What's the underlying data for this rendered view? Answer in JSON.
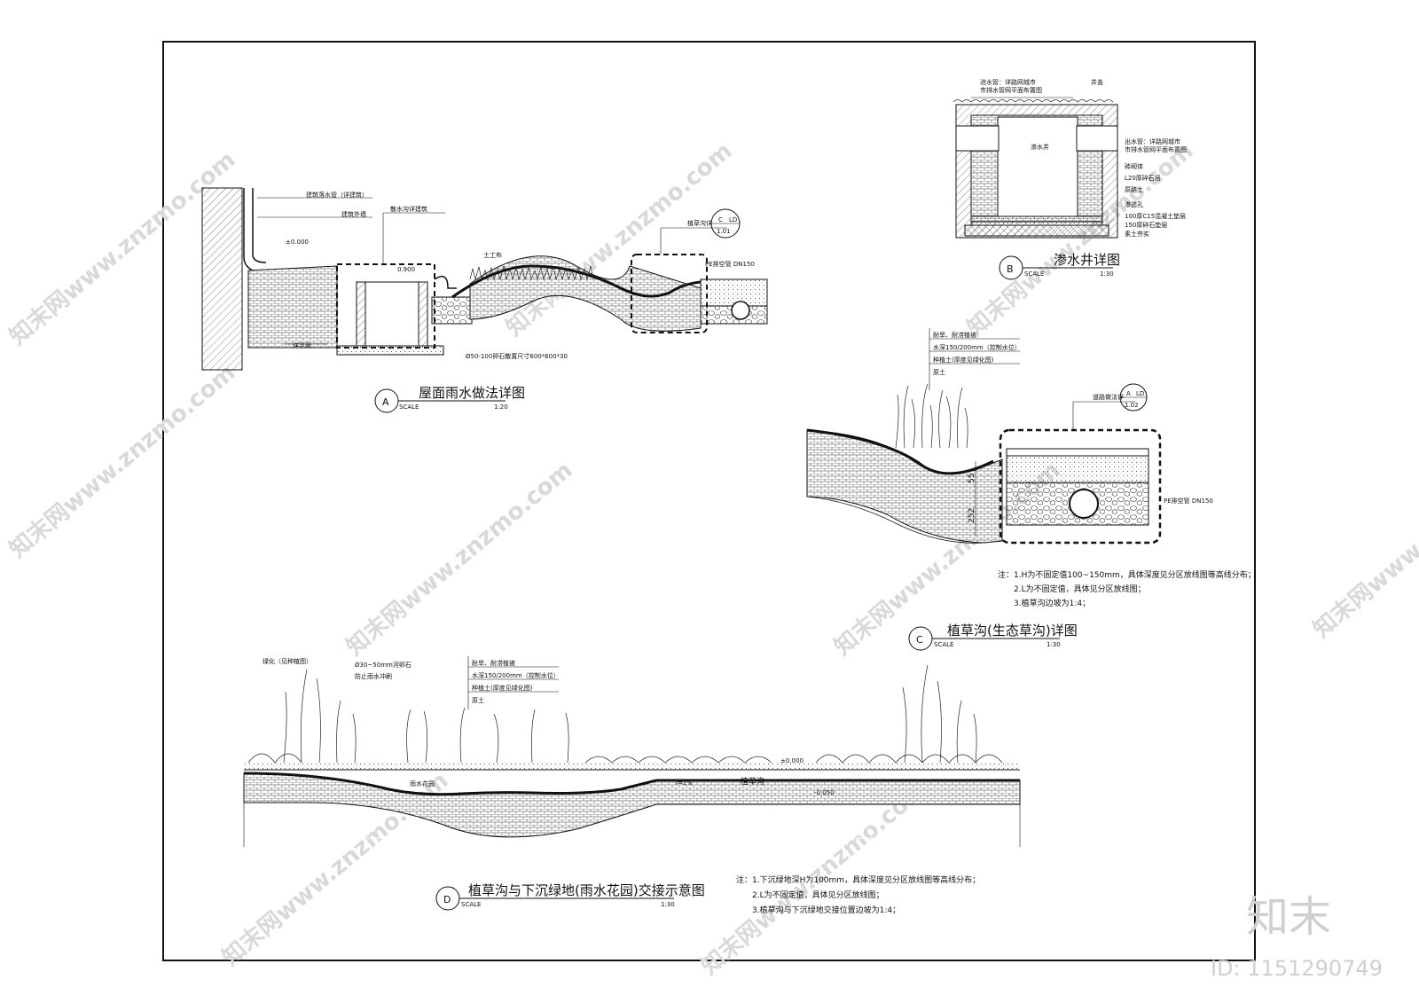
{
  "watermark": {
    "site": "知末网www.znzmo.com",
    "brand": "知末",
    "id": "ID: 1151290749"
  },
  "detail_a": {
    "bubble": "A",
    "title": "屋面雨水做法详图",
    "scale_word": "SCALE",
    "scale": "1:20",
    "labels": {
      "downpipe": "建筑落水管（详建筑）",
      "wall": "建筑外墙",
      "gutter": "散水沟详建筑",
      "elev0": "±0.000",
      "elev_gutter": "0.900",
      "fabric": "土工布",
      "swale_ref": "植草沟详",
      "ref_letter": "C",
      "ref_tag": "LD",
      "ref_sheet": "1.01",
      "pipe": "PE排空管 DN150",
      "gravel": "Ø50-100卵石散置尺寸600*600*30",
      "floor": "详平面"
    }
  },
  "detail_b": {
    "bubble": "B",
    "title": "渗水井详图",
    "scale_word": "SCALE",
    "scale": "1:30",
    "labels": {
      "inlet": "进水管：详路网城市",
      "inlet2": "市排水管网平面布置图",
      "cover": "井盖",
      "well": "渗水井",
      "outlet": "出水管：详路网城市",
      "outlet2": "市排水管网平面布置图",
      "l1": "砖砌体",
      "l2": "L20厚碎石层",
      "l3": "原路土",
      "l4": "渗透孔",
      "l5": "100厚C15混凝土垫层",
      "l6": "150厚碎石垫层",
      "l7": "素土夯实"
    }
  },
  "detail_c": {
    "bubble": "C",
    "title": "植草沟(生态草沟)详图",
    "scale_word": "SCALE",
    "scale": "1:30",
    "layers": [
      "耐旱、耐涝植被",
      "水深150/200mm（控制水位）",
      "种植土(厚度见绿化图)",
      "原土"
    ],
    "road_ref": "道路做法详",
    "ref_letter": "A",
    "ref_tag": "LD",
    "ref_sheet": "1.02",
    "pipe": "PE排空管 DN150",
    "dim1": "55",
    "dim2": "252",
    "notes": [
      "注：1.H为不固定值100~150mm，具体深度见分区放线图等高线分布；",
      "2.L为不固定值，具体见分区放线图；",
      "3.植草沟边坡为1:4；"
    ]
  },
  "detail_d": {
    "bubble": "D",
    "title": "植草沟与下沉绿地(雨水花园)交接示意图",
    "scale_word": "SCALE",
    "scale": "1:30",
    "labels": {
      "green": "绿化（见种植图）",
      "stone": "Ø30~50mm河卵石",
      "stone2": "防止雨水冲刷",
      "garden": "雨水花园",
      "slope": "i=1%",
      "swale": "植草沟",
      "elev0": "±0.000",
      "elev2": "-0.050"
    },
    "layers": [
      "耐旱、耐涝植被",
      "水深150/200mm（控制水位）",
      "种植土(厚度见绿化图)",
      "原土"
    ],
    "notes": [
      "注：1.下沉绿地深H为100mm，具体深度见分区放线图等高线分布；",
      "2.L为不固定值，具体见分区放线图；",
      "3.植草沟与下沉绿地交接位置边坡为1:4；"
    ]
  }
}
